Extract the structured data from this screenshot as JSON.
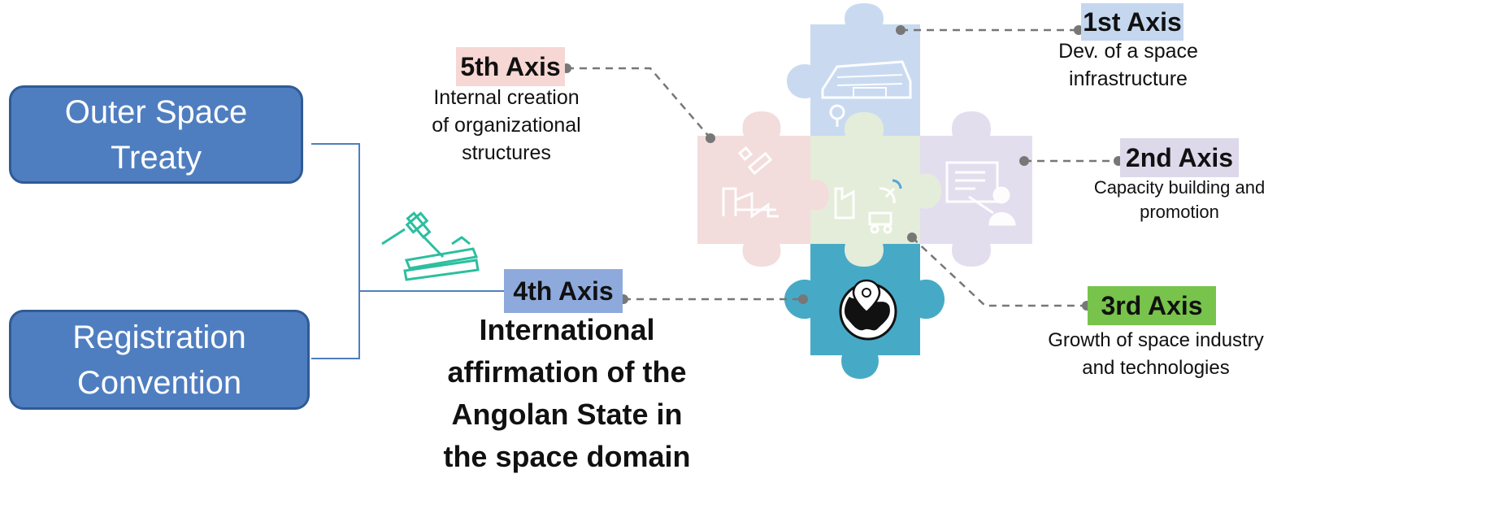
{
  "treaties": {
    "outer_space_treaty": "Outer Space Treaty",
    "registration_convention": "Registration Convention"
  },
  "axes": {
    "axis1": {
      "title": "1st Axis",
      "description": "Dev. of a space infrastructure",
      "color": "#c5d7ef"
    },
    "axis2": {
      "title": "2nd Axis",
      "description": "Capacity building and promotion",
      "color": "#ddd9ea"
    },
    "axis3": {
      "title": "3rd Axis",
      "description": "Growth of space industry and technologies",
      "color": "#77c34c"
    },
    "axis4": {
      "title": "4th Axis",
      "description": "International affirmation of the Angolan State in the space domain",
      "color": "#8eaadc"
    },
    "axis5": {
      "title": "5th Axis",
      "description": "Internal creation of organizational structures",
      "color": "#f6d7d3"
    }
  },
  "puzzle": {
    "top_color": "#c9daf0",
    "left_color": "#f3dcdc",
    "center_color": "#e4edd9",
    "right_color": "#e3deee",
    "bottom_color": "#46aac6"
  },
  "icons": {
    "gavel": "gavel-books-icon",
    "building": "space-center-building-icon",
    "satellite": "satellite-factory-icon",
    "industry": "industry-antenna-icon",
    "teacher": "teacher-board-icon",
    "globe": "globe-pin-icon"
  }
}
